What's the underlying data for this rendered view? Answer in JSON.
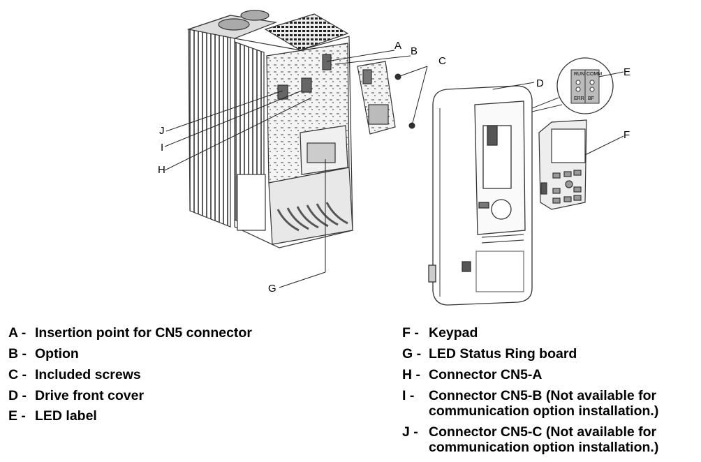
{
  "callouts": {
    "A": "A",
    "B": "B",
    "C": "C",
    "D": "D",
    "E": "E",
    "F": "F",
    "G": "G",
    "H": "H",
    "I": "I",
    "J": "J"
  },
  "led_label": {
    "run": "RUN",
    "comm": "COMM",
    "err": "ERR",
    "bf": "BF"
  },
  "legend_left": [
    {
      "key": "A -",
      "text": "Insertion point for CN5 connector"
    },
    {
      "key": "B -",
      "text": "Option"
    },
    {
      "key": "C -",
      "text": "Included screws"
    },
    {
      "key": "D -",
      "text": "Drive front cover"
    },
    {
      "key": "E -",
      "text": "LED label"
    }
  ],
  "legend_right": [
    {
      "key": "F -",
      "text": "Keypad"
    },
    {
      "key": "G -",
      "text": "LED Status Ring board"
    },
    {
      "key": "H -",
      "text": "Connector CN5-A"
    },
    {
      "key": "I -",
      "text": "Connector CN5-B (Not available for communication option installation.)"
    },
    {
      "key": "J -",
      "text": "Connector CN5-C (Not available for communication option installation.)"
    }
  ]
}
